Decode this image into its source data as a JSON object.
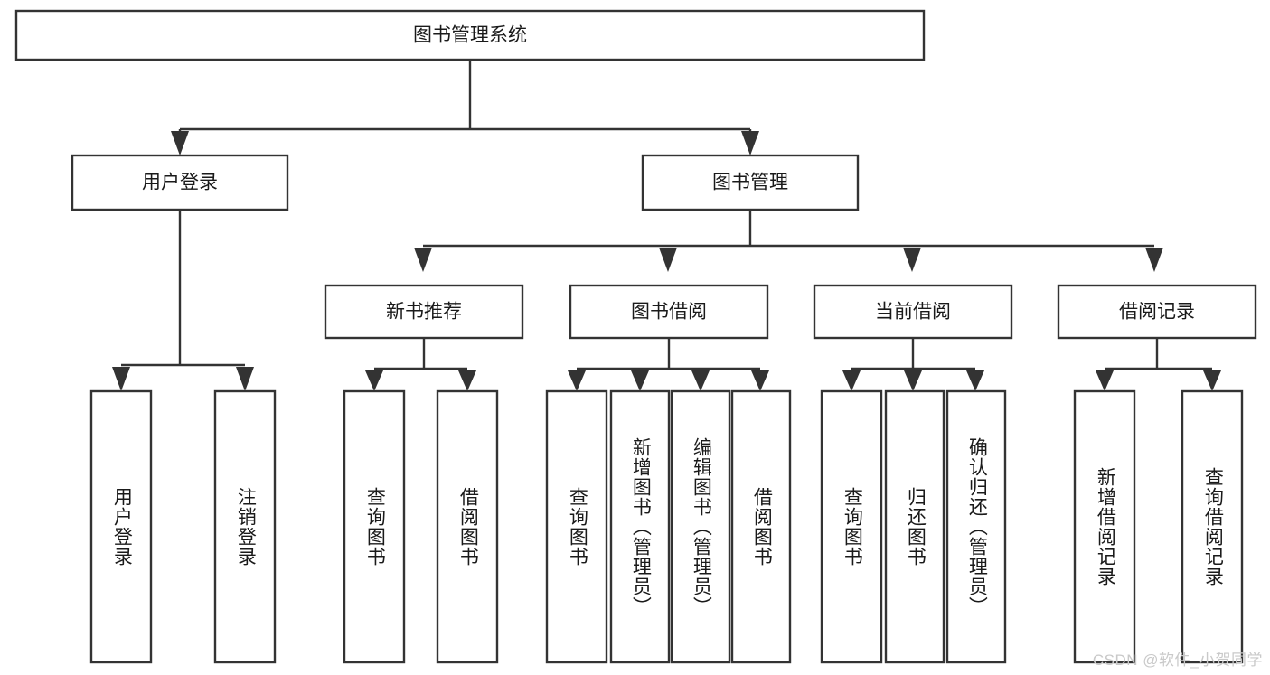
{
  "diagram": {
    "type": "tree",
    "title": "图书管理系统",
    "watermark": "CSDN @软件_小贺同学",
    "colors": {
      "stroke": "#333333",
      "box_fill": "#ffffff",
      "text": "#1a1a1a",
      "background": "#ffffff",
      "watermark": "#c9c9c9"
    },
    "levels": {
      "root": {
        "label": "图书管理系统"
      },
      "level2": [
        {
          "label": "用户登录"
        },
        {
          "label": "图书管理"
        }
      ],
      "level3": [
        {
          "label": "新书推荐"
        },
        {
          "label": "图书借阅"
        },
        {
          "label": "当前借阅"
        },
        {
          "label": "借阅记录"
        }
      ]
    },
    "leaves": {
      "user_login": [
        {
          "label": "用户登录"
        },
        {
          "label": "注销登录"
        }
      ],
      "new_book_recommend": [
        {
          "label": "查询图书"
        },
        {
          "label": "借阅图书"
        }
      ],
      "book_borrow": [
        {
          "label": "查询图书"
        },
        {
          "label": "新增图书（管理员）"
        },
        {
          "label": "编辑图书（管理员）"
        },
        {
          "label": "借阅图书"
        }
      ],
      "current_borrow": [
        {
          "label": "查询图书"
        },
        {
          "label": "归还图书"
        },
        {
          "label": "确认归还（管理员）"
        }
      ],
      "borrow_record": [
        {
          "label": "新增借阅记录"
        },
        {
          "label": "查询借阅记录"
        }
      ]
    }
  }
}
